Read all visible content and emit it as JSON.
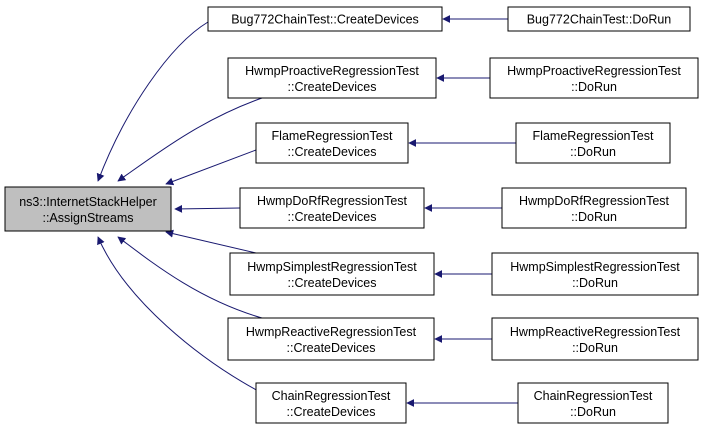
{
  "graph": {
    "root": {
      "line1": "ns3::InternetStackHelper",
      "line2": "::AssignStreams"
    },
    "rows": [
      {
        "mid": {
          "line1": "Bug772ChainTest::CreateDevices"
        },
        "right": {
          "line1": "Bug772ChainTest::DoRun"
        }
      },
      {
        "mid": {
          "line1": "HwmpProactiveRegressionTest",
          "line2": "::CreateDevices"
        },
        "right": {
          "line1": "HwmpProactiveRegressionTest",
          "line2": "::DoRun"
        }
      },
      {
        "mid": {
          "line1": "FlameRegressionTest",
          "line2": "::CreateDevices"
        },
        "right": {
          "line1": "FlameRegressionTest",
          "line2": "::DoRun"
        }
      },
      {
        "mid": {
          "line1": "HwmpDoRfRegressionTest",
          "line2": "::CreateDevices"
        },
        "right": {
          "line1": "HwmpDoRfRegressionTest",
          "line2": "::DoRun"
        }
      },
      {
        "mid": {
          "line1": "HwmpSimplestRegressionTest",
          "line2": "::CreateDevices"
        },
        "right": {
          "line1": "HwmpSimplestRegressionTest",
          "line2": "::DoRun"
        }
      },
      {
        "mid": {
          "line1": "HwmpReactiveRegressionTest",
          "line2": "::CreateDevices"
        },
        "right": {
          "line1": "HwmpReactiveRegressionTest",
          "line2": "::DoRun"
        }
      },
      {
        "mid": {
          "line1": "ChainRegressionTest",
          "line2": "::CreateDevices"
        },
        "right": {
          "line1": "ChainRegressionTest",
          "line2": "::DoRun"
        }
      }
    ]
  },
  "colors": {
    "edge": "#191970",
    "root_fill": "#bfbfbf",
    "node_fill": "#ffffff",
    "border": "#000000"
  }
}
